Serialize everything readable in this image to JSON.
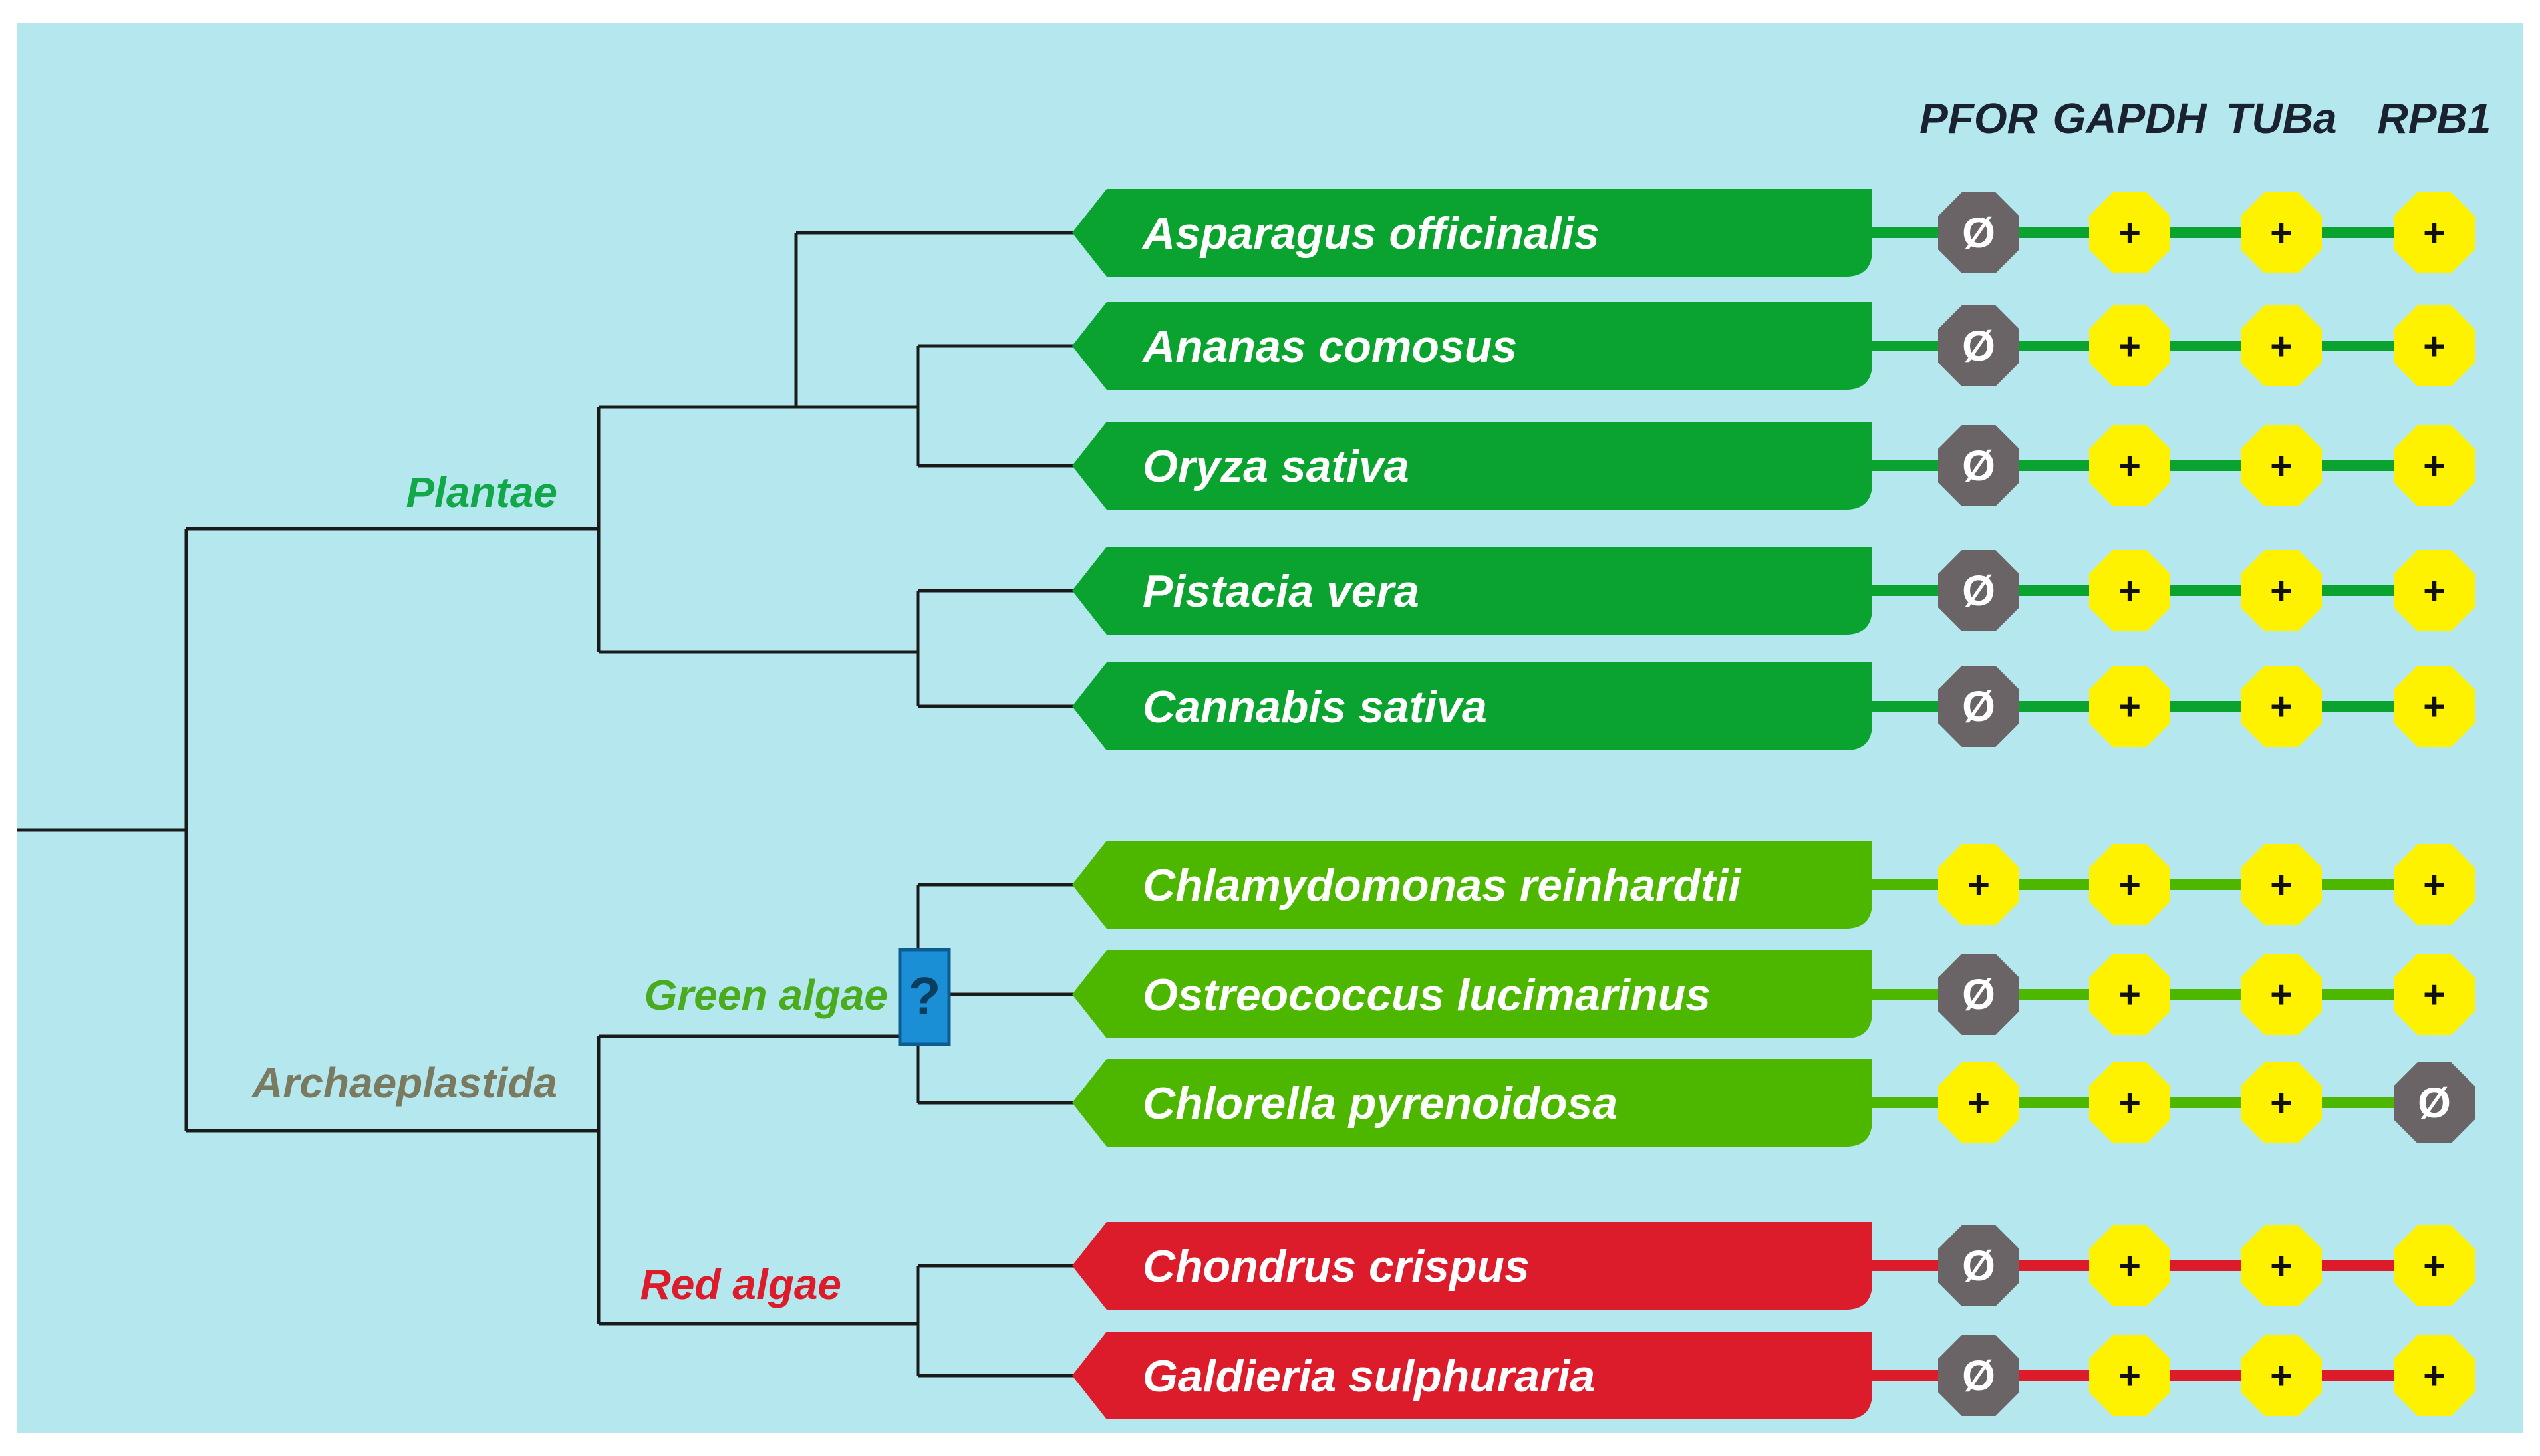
{
  "columns": [
    "PFOR",
    "GAPDH",
    "TUBa",
    "RPB1"
  ],
  "clades": {
    "plantae": "Plantae",
    "green_algae": "Green algae",
    "archaeplastida": "Archaeplastida",
    "red_algae": "Red algae"
  },
  "uncertain_mark": "?",
  "symbols": {
    "present": "+",
    "absent": "Ø"
  },
  "colors": {
    "background": "#b5e8ee",
    "plant": "#0aa32f",
    "green_alga": "#4db700",
    "red_alga": "#dc1b2b",
    "present": "#fff200",
    "absent": "#6b6466",
    "question_box": "#1b8fd6",
    "plantae_label": "#12a84a",
    "green_algae_label": "#4aab1e",
    "archaeplastida_label": "#7a7a60",
    "red_algae_label": "#dc1b2b"
  },
  "taxa": [
    {
      "name": "Asparagus officinalis",
      "group": "plant",
      "marks": [
        "Ø",
        "+",
        "+",
        "+"
      ]
    },
    {
      "name": "Ananas comosus",
      "group": "plant",
      "marks": [
        "Ø",
        "+",
        "+",
        "+"
      ]
    },
    {
      "name": "Oryza sativa",
      "group": "plant",
      "marks": [
        "Ø",
        "+",
        "+",
        "+"
      ]
    },
    {
      "name": "Pistacia vera",
      "group": "plant",
      "marks": [
        "Ø",
        "+",
        "+",
        "+"
      ]
    },
    {
      "name": "Cannabis sativa",
      "group": "plant",
      "marks": [
        "Ø",
        "+",
        "+",
        "+"
      ]
    },
    {
      "name": "Chlamydomonas reinhardtii",
      "group": "green_alga",
      "marks": [
        "+",
        "+",
        "+",
        "+"
      ]
    },
    {
      "name": "Ostreococcus lucimarinus",
      "group": "green_alga",
      "marks": [
        "Ø",
        "+",
        "+",
        "+"
      ]
    },
    {
      "name": "Chlorella pyrenoidosa",
      "group": "green_alga",
      "marks": [
        "+",
        "+",
        "+",
        "Ø"
      ]
    },
    {
      "name": "Chondrus crispus",
      "group": "red_alga",
      "marks": [
        "Ø",
        "+",
        "+",
        "+"
      ]
    },
    {
      "name": "Galdieria sulphuraria",
      "group": "red_alga",
      "marks": [
        "Ø",
        "+",
        "+",
        "+"
      ]
    }
  ]
}
